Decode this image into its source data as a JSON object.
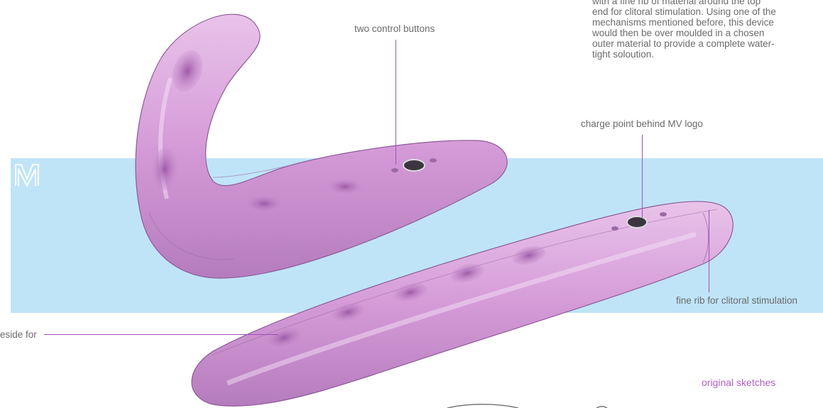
{
  "description_lines": [
    "with a fine rib of material around the top",
    "end for clitoral stimulation. Using one of the",
    "mechanisms mentioned before, this device",
    "would then be over moulded in a chosen",
    "outer material to provide a complete water-",
    "tight soloution."
  ],
  "callouts": {
    "control_buttons": "two control buttons",
    "charge_point": "charge point behind MV logo",
    "fine_rib": "fine rib for clitoral stimulation",
    "beside": "eside for"
  },
  "footer_label": "original sketches",
  "logo_letter": "M",
  "colors": {
    "band": "#bfe4f8",
    "device_body": "#d9a3dc",
    "device_shadow": "#b57cbd",
    "leader_line": "#a24dbd",
    "label_accent": "#b160c4",
    "text": "#6b6b6b"
  }
}
